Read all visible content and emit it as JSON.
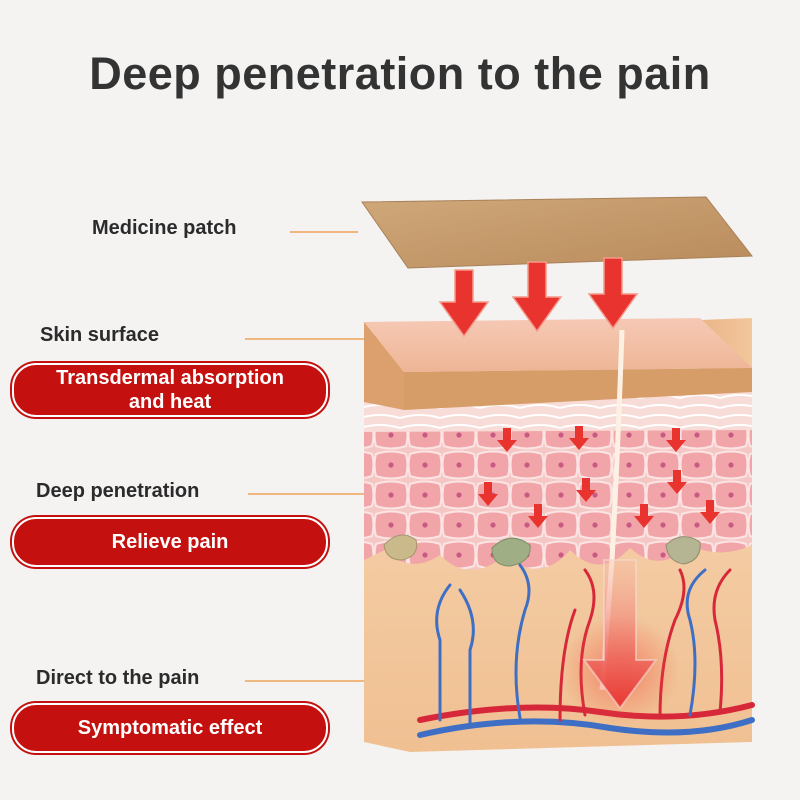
{
  "title": "Deep penetration to the pain",
  "labels": {
    "patch": "Medicine patch",
    "skin": "Skin surface",
    "deep": "Deep penetration",
    "direct": "Direct to the pain"
  },
  "badges": {
    "absorption_line1": "Transdermal absorption",
    "absorption_line2": "and heat",
    "relieve": "Relieve pain",
    "symptomatic": "Symptomatic effect"
  },
  "colors": {
    "badge": "#c4100e",
    "leader": "#f0a35a",
    "arrow": "#e8332f",
    "patch": "#c79d6e"
  }
}
